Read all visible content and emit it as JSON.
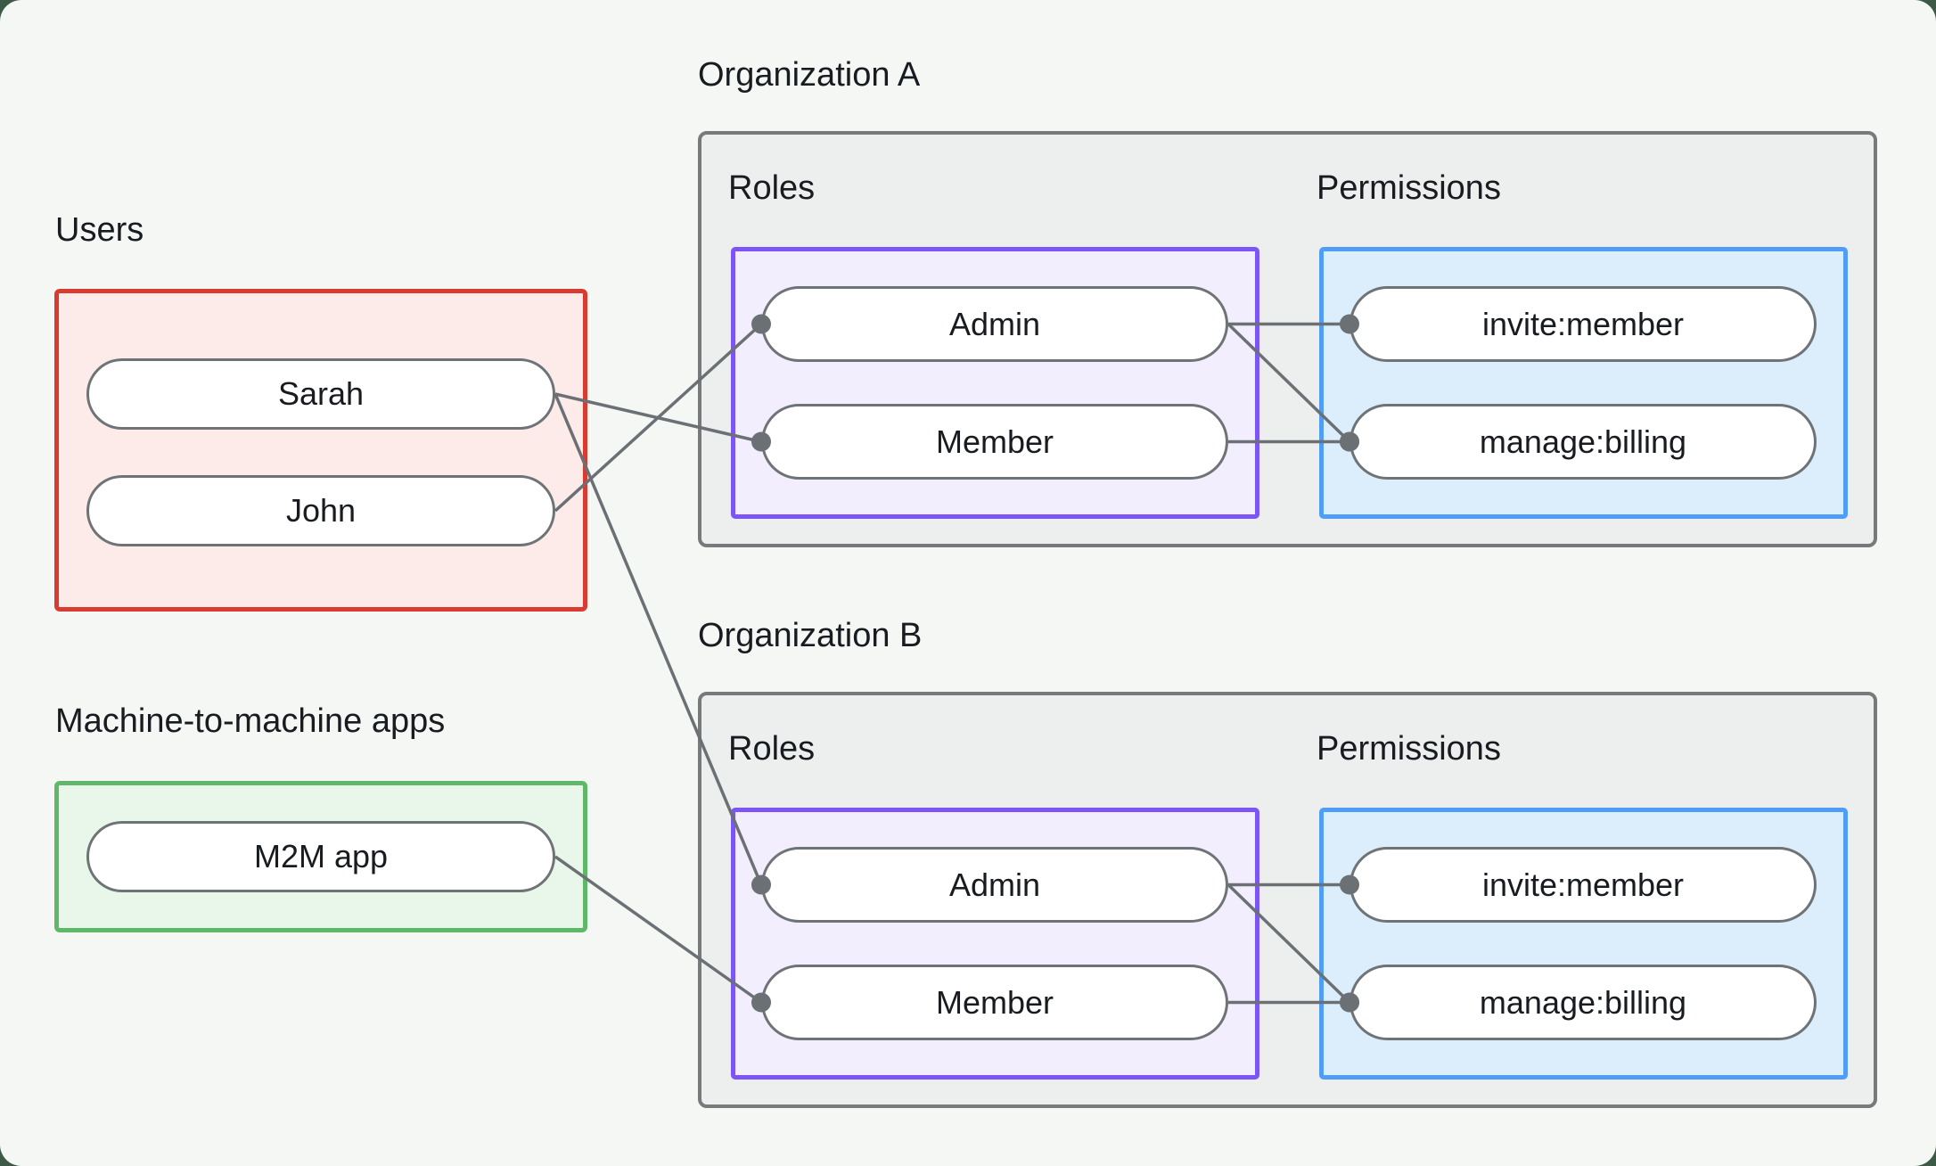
{
  "users_section": {
    "title": "Users",
    "items": [
      {
        "id": "sarah",
        "label": "Sarah"
      },
      {
        "id": "john",
        "label": "John"
      }
    ]
  },
  "m2m_section": {
    "title": "Machine-to-machine apps",
    "items": [
      {
        "id": "m2m",
        "label": "M2M app"
      }
    ]
  },
  "organizations": [
    {
      "id": "orgA",
      "title": "Organization A",
      "roles_label": "Roles",
      "permissions_label": "Permissions",
      "roles": [
        {
          "id": "orgA-admin",
          "label": "Admin"
        },
        {
          "id": "orgA-member",
          "label": "Member"
        }
      ],
      "permissions": [
        {
          "id": "orgA-invite",
          "label": "invite:member"
        },
        {
          "id": "orgA-billing",
          "label": "manage:billing"
        }
      ]
    },
    {
      "id": "orgB",
      "title": "Organization B",
      "roles_label": "Roles",
      "permissions_label": "Permissions",
      "roles": [
        {
          "id": "orgB-admin",
          "label": "Admin"
        },
        {
          "id": "orgB-member",
          "label": "Member"
        }
      ],
      "permissions": [
        {
          "id": "orgB-invite",
          "label": "invite:member"
        },
        {
          "id": "orgB-billing",
          "label": "manage:billing"
        }
      ]
    }
  ],
  "edges": [
    {
      "from": "sarah",
      "to": "orgA-member"
    },
    {
      "from": "john",
      "to": "orgA-admin"
    },
    {
      "from": "sarah",
      "to": "orgB-admin"
    },
    {
      "from": "m2m",
      "to": "orgB-member"
    },
    {
      "from": "orgA-admin",
      "to": "orgA-invite"
    },
    {
      "from": "orgA-admin",
      "to": "orgA-billing"
    },
    {
      "from": "orgA-member",
      "to": "orgA-billing"
    },
    {
      "from": "orgB-admin",
      "to": "orgB-invite"
    },
    {
      "from": "orgB-admin",
      "to": "orgB-billing"
    },
    {
      "from": "orgB-member",
      "to": "orgB-billing"
    }
  ],
  "colors": {
    "canvas_background": "#f4f7f4",
    "users_box_border": "#d93b31",
    "users_box_fill": "#fcebe8",
    "m2m_box_border": "#5fb86a",
    "m2m_box_fill": "#e8f7ea",
    "roles_box_border": "#7c55f6",
    "roles_box_fill": "#f3eefd",
    "permissions_box_border": "#4f9df7",
    "permissions_box_fill": "#dcedfc",
    "org_box_border": "#77797b",
    "org_box_fill": "#edeeee",
    "edge_line": "#6b7074"
  }
}
